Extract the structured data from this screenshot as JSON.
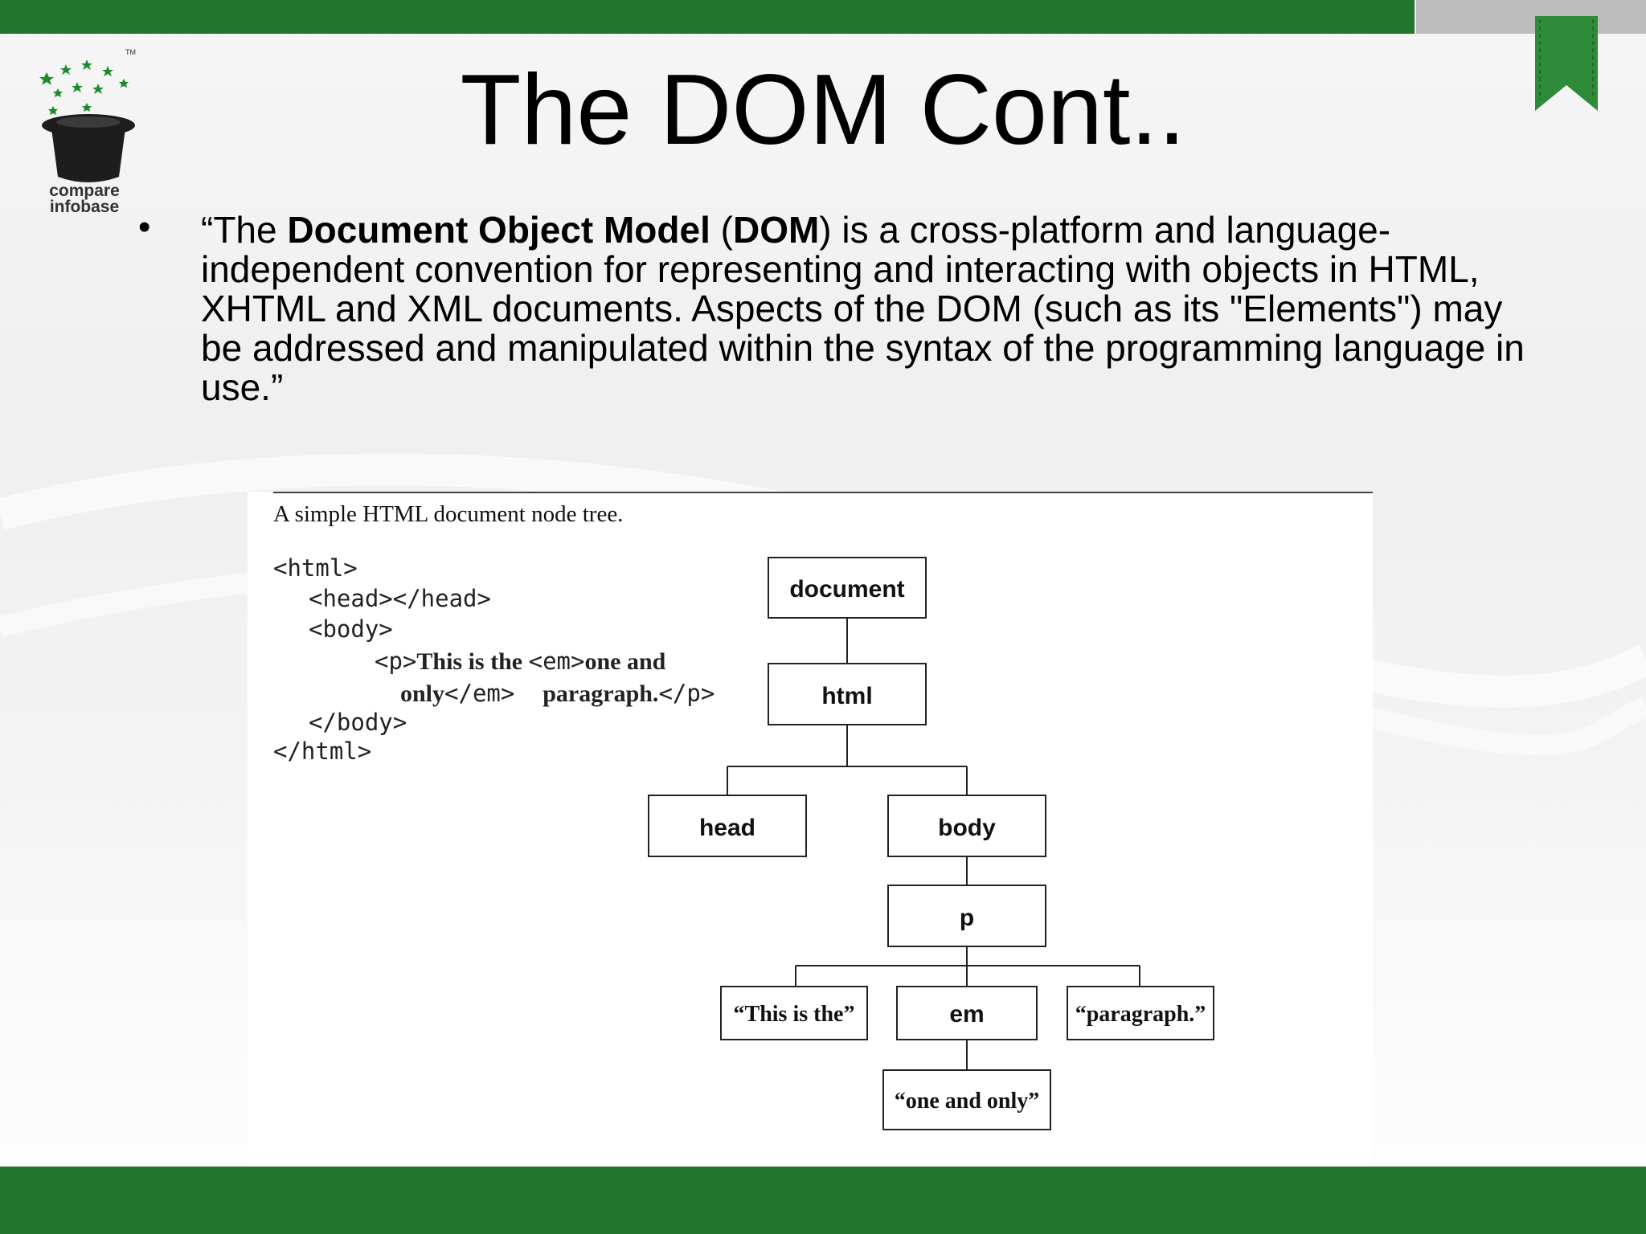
{
  "slide": {
    "title": "The DOM Cont..",
    "logo_line1": "compare",
    "logo_line2": "infobase",
    "logo_tm": "TM"
  },
  "bullet": {
    "marker": "•",
    "quote_open": "“The ",
    "term": "Document Object Model",
    "paren_open": " (",
    "abbr": "DOM",
    "rest": ") is a cross-platform and language-independent convention for representing and interacting with objects in HTML, XHTML and XML documents. Aspects of the DOM (such as its \"Elements\") may be addressed and manipulated within the syntax of the programming language in use.”"
  },
  "figure": {
    "caption": "A simple HTML document node tree.",
    "code": {
      "l1": "<html>",
      "l2": "<head></head>",
      "l3": "<body>",
      "l4a": "<p>",
      "l4b": "This is the ",
      "l4c": "<em>",
      "l4d": "one and",
      "l5a": "only",
      "l5b": "</em>  ",
      "l5c": "paragraph.",
      "l5d": "</p>",
      "l6": "</body>",
      "l7": "</html>"
    },
    "nodes": {
      "document": "document",
      "html": "html",
      "head": "head",
      "body": "body",
      "p": "p",
      "this_is_the": "“This is the”",
      "em": "em",
      "paragraph": "“paragraph.”",
      "one_and_only": "“one and only”"
    }
  },
  "colors": {
    "brand_green": "#23762b",
    "grey_tab": "#bdbdbd"
  }
}
